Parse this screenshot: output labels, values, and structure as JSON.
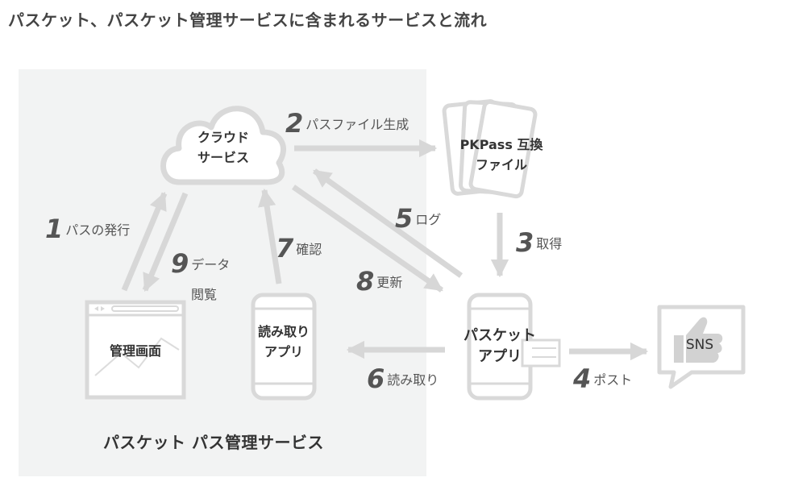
{
  "title": "パスケット、パスケット管理サービスに含まれるサービスと流れ",
  "panel_label": "パスケット パス管理サービス",
  "nodes": {
    "cloud": [
      "クラウド",
      "サービス"
    ],
    "pkpass": [
      "PKPass 互換",
      "ファイル"
    ],
    "admin": [
      "管理画面"
    ],
    "reader": [
      "読み取り",
      "アプリ"
    ],
    "passket_app": [
      "パスケット",
      "アプリ"
    ],
    "sns": [
      "SNS"
    ]
  },
  "steps": [
    {
      "num": "1",
      "text": "パスの発行"
    },
    {
      "num": "2",
      "text": "パスファイル生成"
    },
    {
      "num": "3",
      "text": "取得"
    },
    {
      "num": "4",
      "text": "ポスト"
    },
    {
      "num": "5",
      "text": "ログ"
    },
    {
      "num": "6",
      "text": "読み取り"
    },
    {
      "num": "7",
      "text": "確認"
    },
    {
      "num": "8",
      "text": "更新"
    },
    {
      "num": "9",
      "text": "データ",
      "text2": "閲覧"
    }
  ],
  "colors": {
    "shape": "#d9d9d9",
    "arrow": "#d7d7d7",
    "panel": "#f2f3f3",
    "text": "#555555"
  },
  "icons": [
    "cloud-icon",
    "pass-cards-icon",
    "browser-window-icon",
    "smartphone-icon",
    "thumbs-up-icon",
    "speech-bubble-icon"
  ]
}
